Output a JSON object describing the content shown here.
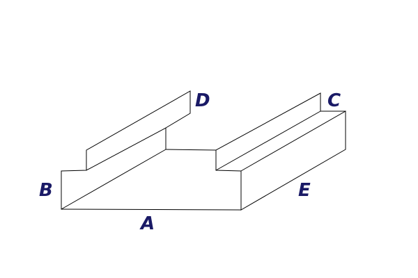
{
  "diagram": {
    "label_color": "#1a1a66",
    "line_color": "#000000",
    "labels": {
      "a": "A",
      "b": "B",
      "c": "C",
      "d": "D",
      "e": "E"
    }
  }
}
